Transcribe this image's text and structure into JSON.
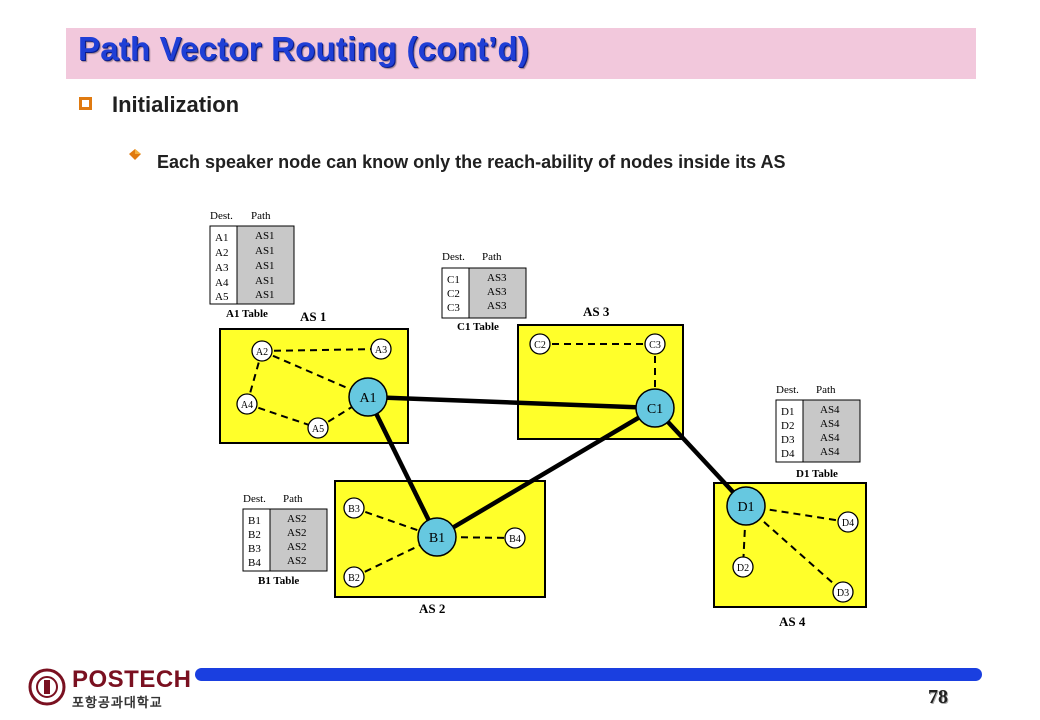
{
  "title": "Path Vector Routing (cont’d)",
  "bullet1": "Initialization",
  "bullet2": "Each speaker node can know only the reach-ability of nodes inside its AS",
  "page_number": "78",
  "logo": {
    "name": "POSTECH",
    "sub": "포항공과대학교",
    "icon": "postech-emblem"
  },
  "colors": {
    "title": "#1f3fd6",
    "title_bar": "#f2c8dc",
    "as_fill": "#ffff2a",
    "node_fill": "#66c8e0",
    "footer_bar": "#1a3fe0",
    "bullet": "#e07a10"
  },
  "diagram": {
    "as_labels": [
      "AS 1",
      "AS 2",
      "AS 3",
      "AS 4"
    ],
    "speakers": [
      "A1",
      "B1",
      "C1",
      "D1"
    ],
    "nodes": [
      "A2",
      "A3",
      "A4",
      "A5",
      "B2",
      "B3",
      "B4",
      "C2",
      "C3",
      "D2",
      "D3",
      "D4"
    ],
    "tables": [
      {
        "caption": "A1 Table",
        "head_dest": "Dest.",
        "head_path": "Path",
        "dest": [
          "A1",
          "A2",
          "A3",
          "A4",
          "A5"
        ],
        "path": [
          "AS1",
          "AS1",
          "AS1",
          "AS1",
          "AS1"
        ]
      },
      {
        "caption": "C1 Table",
        "head_dest": "Dest.",
        "head_path": "Path",
        "dest": [
          "C1",
          "C2",
          "C3"
        ],
        "path": [
          "AS3",
          "AS3",
          "AS3"
        ]
      },
      {
        "caption": "D1 Table",
        "head_dest": "Dest.",
        "head_path": "Path",
        "dest": [
          "D1",
          "D2",
          "D3",
          "D4"
        ],
        "path": [
          "AS4",
          "AS4",
          "AS4",
          "AS4"
        ]
      },
      {
        "caption": "B1 Table",
        "head_dest": "Dest.",
        "head_path": "Path",
        "dest": [
          "B1",
          "B2",
          "B3",
          "B4"
        ],
        "path": [
          "AS2",
          "AS2",
          "AS2",
          "AS2"
        ]
      }
    ]
  }
}
